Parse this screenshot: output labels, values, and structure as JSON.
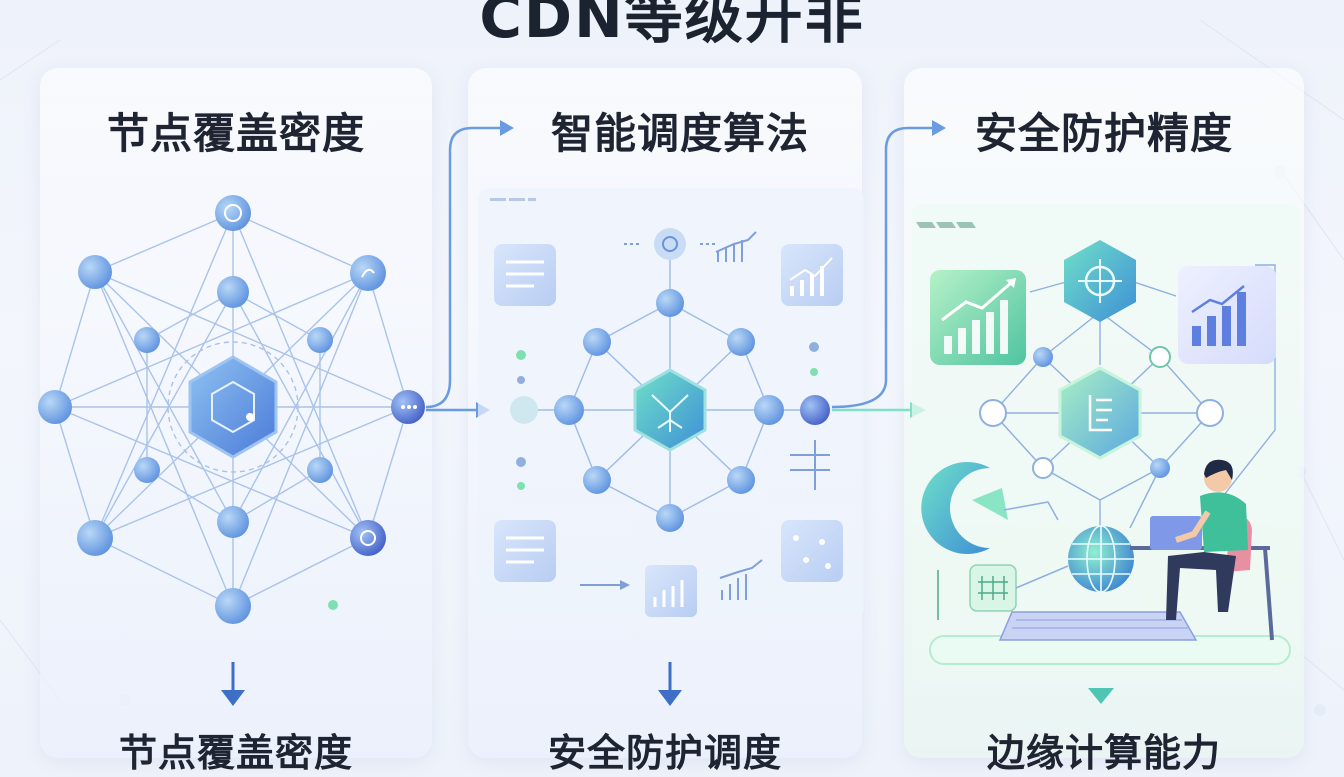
{
  "title": "CDN等级开非",
  "panels": [
    {
      "title": "节点覆盖密度",
      "bottom": "节点覆盖密度"
    },
    {
      "title": "智能调度算法",
      "bottom": "安全防护调度"
    },
    {
      "title": "安全防护精度",
      "bottom": "边缘计算能力"
    }
  ],
  "colors": {
    "node": "#7fb0ea",
    "node_dark": "#4f78d6",
    "line": "#8fb0de",
    "arrow": "#3e6fc7",
    "green_accent": "#7ee0b0",
    "teal": "#4fc6b4"
  }
}
